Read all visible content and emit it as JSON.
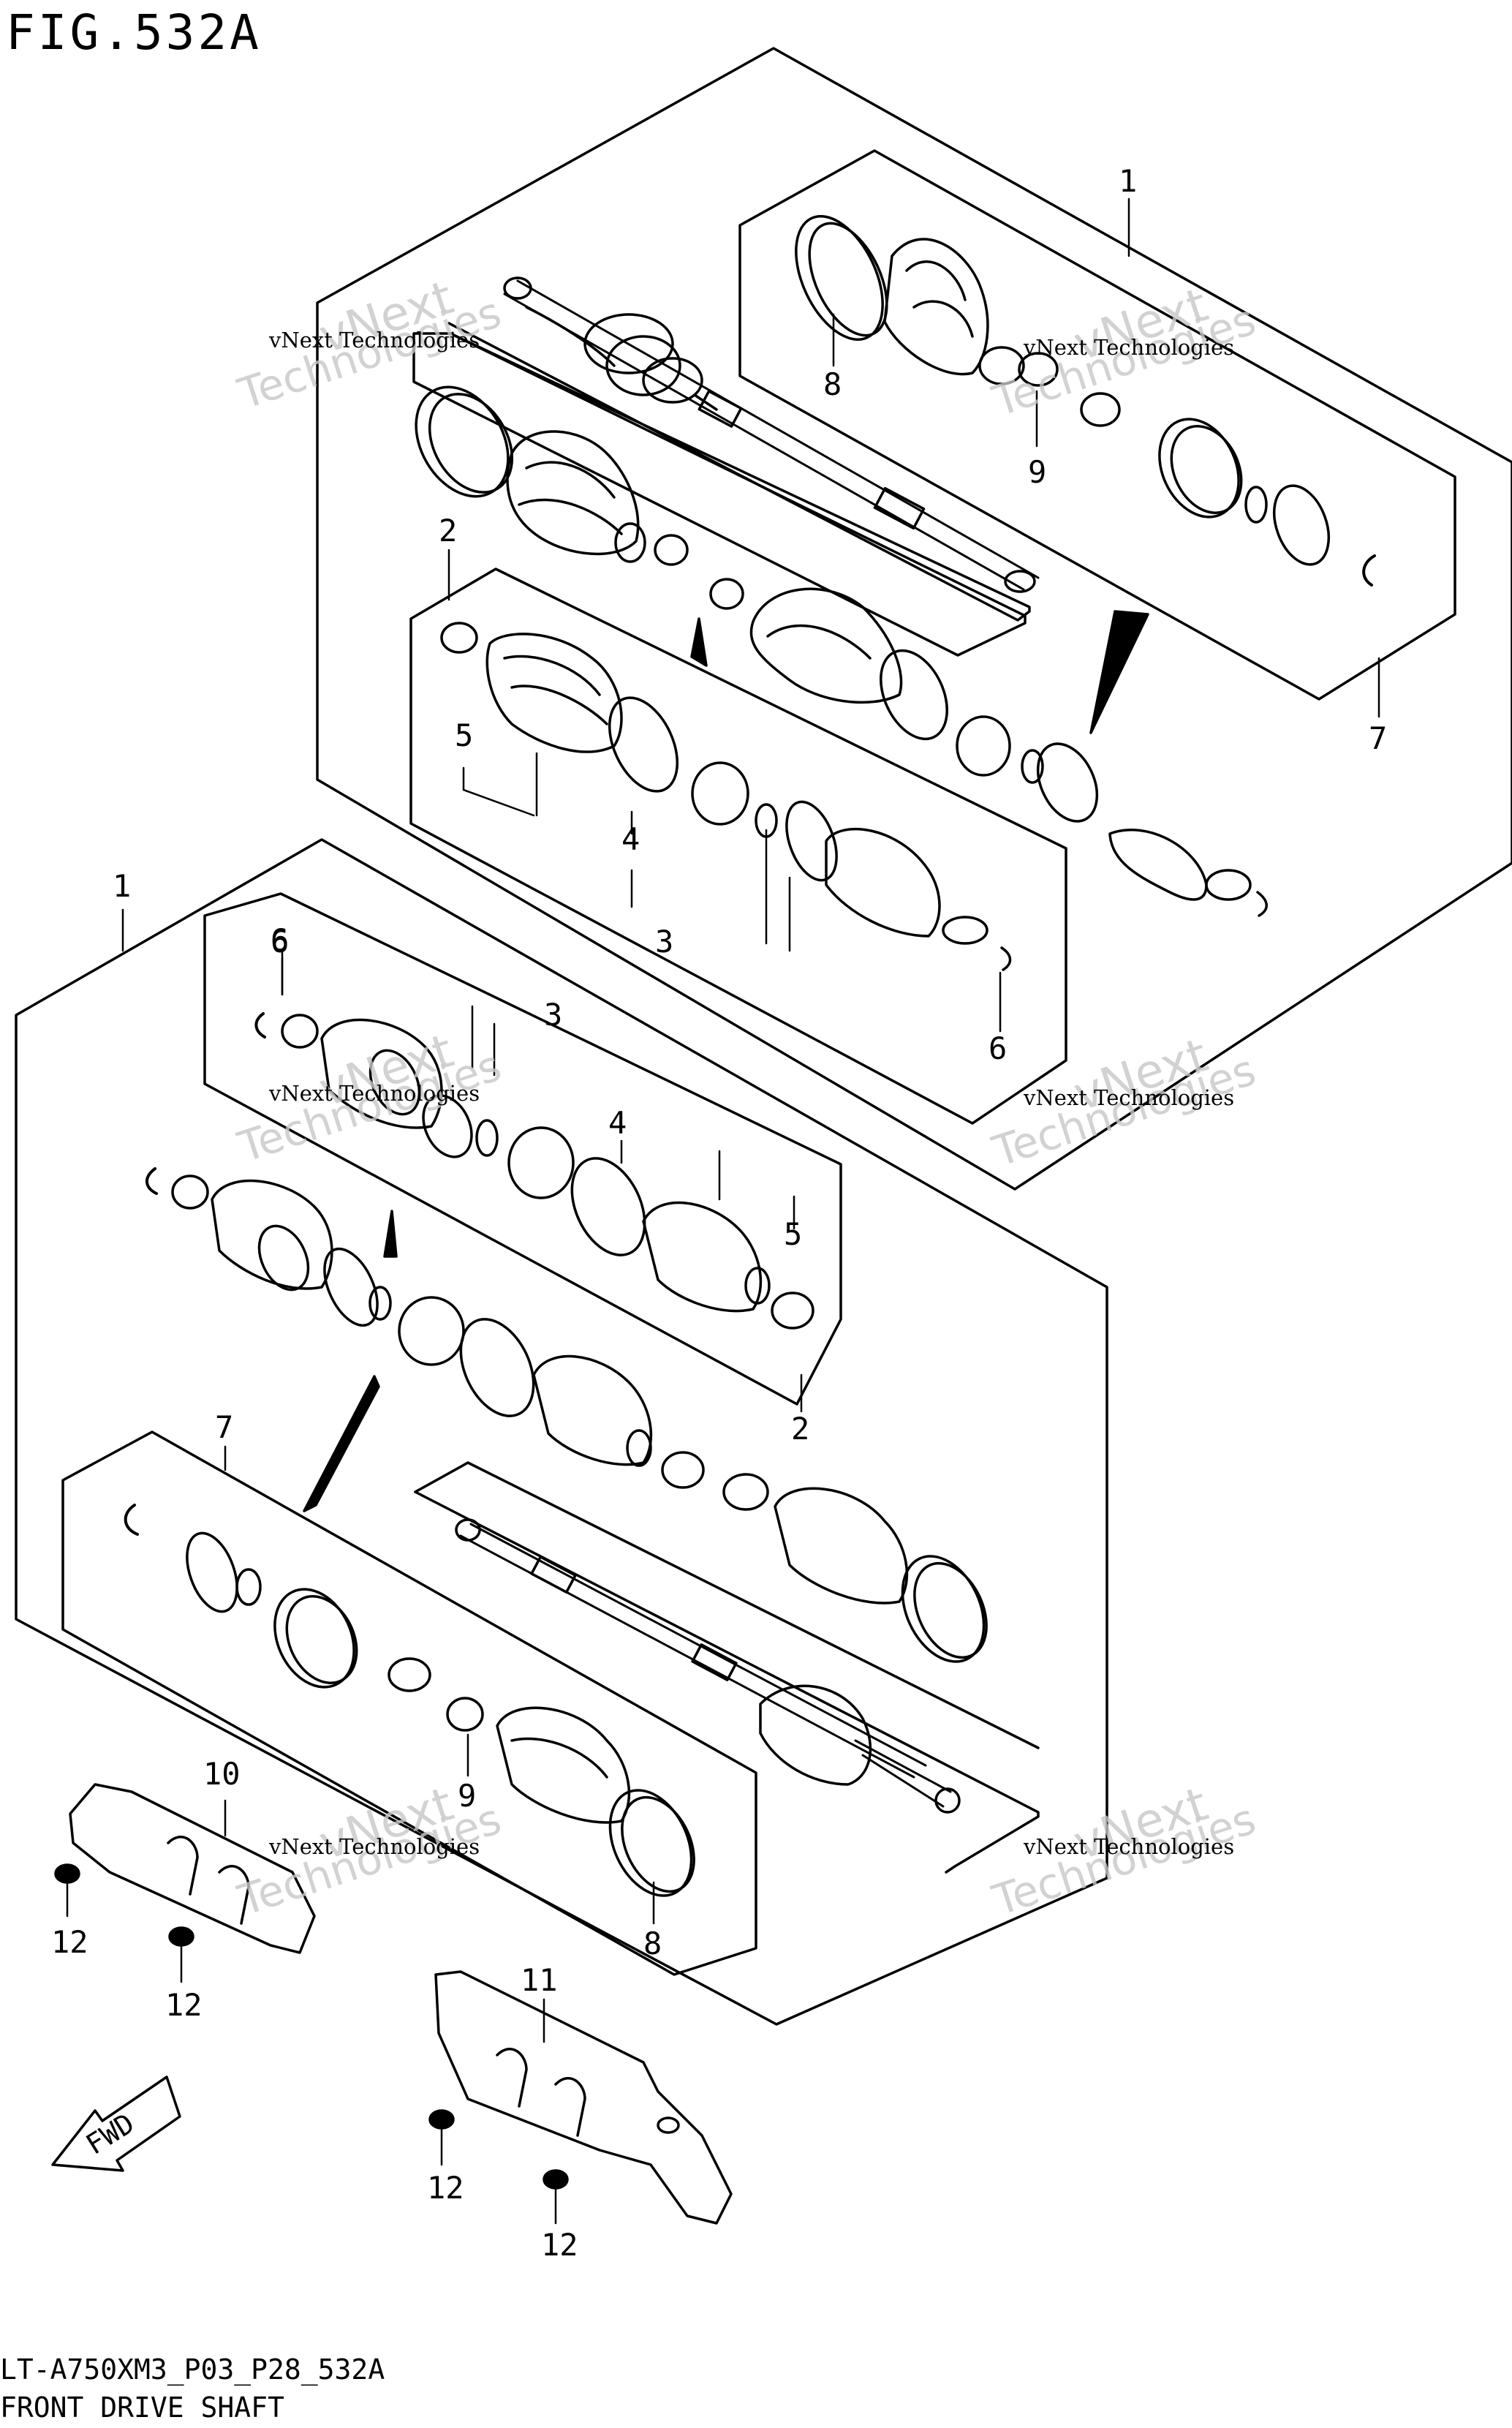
{
  "figure": {
    "title": "FIG.532A",
    "model_code": "LT-A750XM3_P03_P28_532A",
    "name": "FRONT DRIVE SHAFT",
    "fwd_label": "FWD"
  },
  "watermark": {
    "small": "vNext Technologies",
    "big_top": "vNext",
    "big_bottom": "Technologies"
  },
  "callouts": [
    {
      "id": "c1a",
      "label": "1"
    },
    {
      "id": "c8a",
      "label": "8"
    },
    {
      "id": "c9a",
      "label": "9"
    },
    {
      "id": "c2a",
      "label": "2"
    },
    {
      "id": "c5a",
      "label": "5"
    },
    {
      "id": "c4a",
      "label": "4"
    },
    {
      "id": "c3a",
      "label": "3"
    },
    {
      "id": "c7a",
      "label": "7"
    },
    {
      "id": "c6a",
      "label": "6"
    },
    {
      "id": "c6b",
      "label": "6"
    },
    {
      "id": "c1b",
      "label": "1"
    },
    {
      "id": "c6c",
      "label": "6"
    },
    {
      "id": "c3b",
      "label": "3"
    },
    {
      "id": "c4b",
      "label": "4"
    },
    {
      "id": "c5b",
      "label": "5"
    },
    {
      "id": "c2b",
      "label": "2"
    },
    {
      "id": "c7b",
      "label": "7"
    },
    {
      "id": "c10",
      "label": "10"
    },
    {
      "id": "c12a",
      "label": "12"
    },
    {
      "id": "c12b",
      "label": "12"
    },
    {
      "id": "c9b",
      "label": "9"
    },
    {
      "id": "c8b",
      "label": "8"
    },
    {
      "id": "c11",
      "label": "11"
    },
    {
      "id": "c12c",
      "label": "12"
    },
    {
      "id": "c12d",
      "label": "12"
    }
  ]
}
